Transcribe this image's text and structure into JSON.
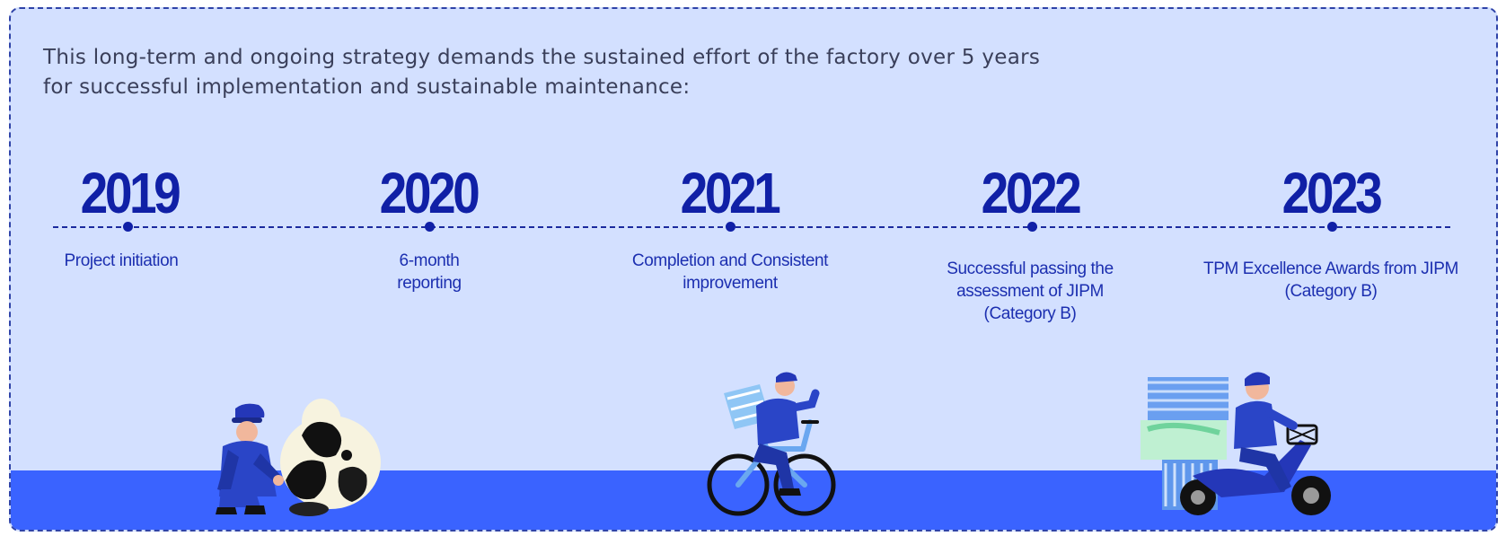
{
  "intro": {
    "line1": "This long-term and ongoing strategy demands the sustained effort of the factory over 5 years",
    "line2": "for successful implementation and sustainable maintenance:"
  },
  "timeline": [
    {
      "year": "2019",
      "label": "Project initiation"
    },
    {
      "year": "2020",
      "label": "6-month reporting"
    },
    {
      "year": "2021",
      "label": "Completion and Consistent improvement"
    },
    {
      "year": "2022",
      "label": "Successful passing the assessment of JIPM (Category B)"
    },
    {
      "year": "2023",
      "label": "TPM Excellence Awards from JIPM (Category B)"
    }
  ],
  "illustrations": [
    {
      "icon": "worker-with-cow-icon"
    },
    {
      "icon": "cyclist-delivery-icon"
    },
    {
      "icon": "motorbike-delivery-icon"
    }
  ],
  "colors": {
    "background": "#d3e0ff",
    "accent": "#1020a6",
    "ground": "#3a63ff",
    "border": "#2f43a8"
  }
}
